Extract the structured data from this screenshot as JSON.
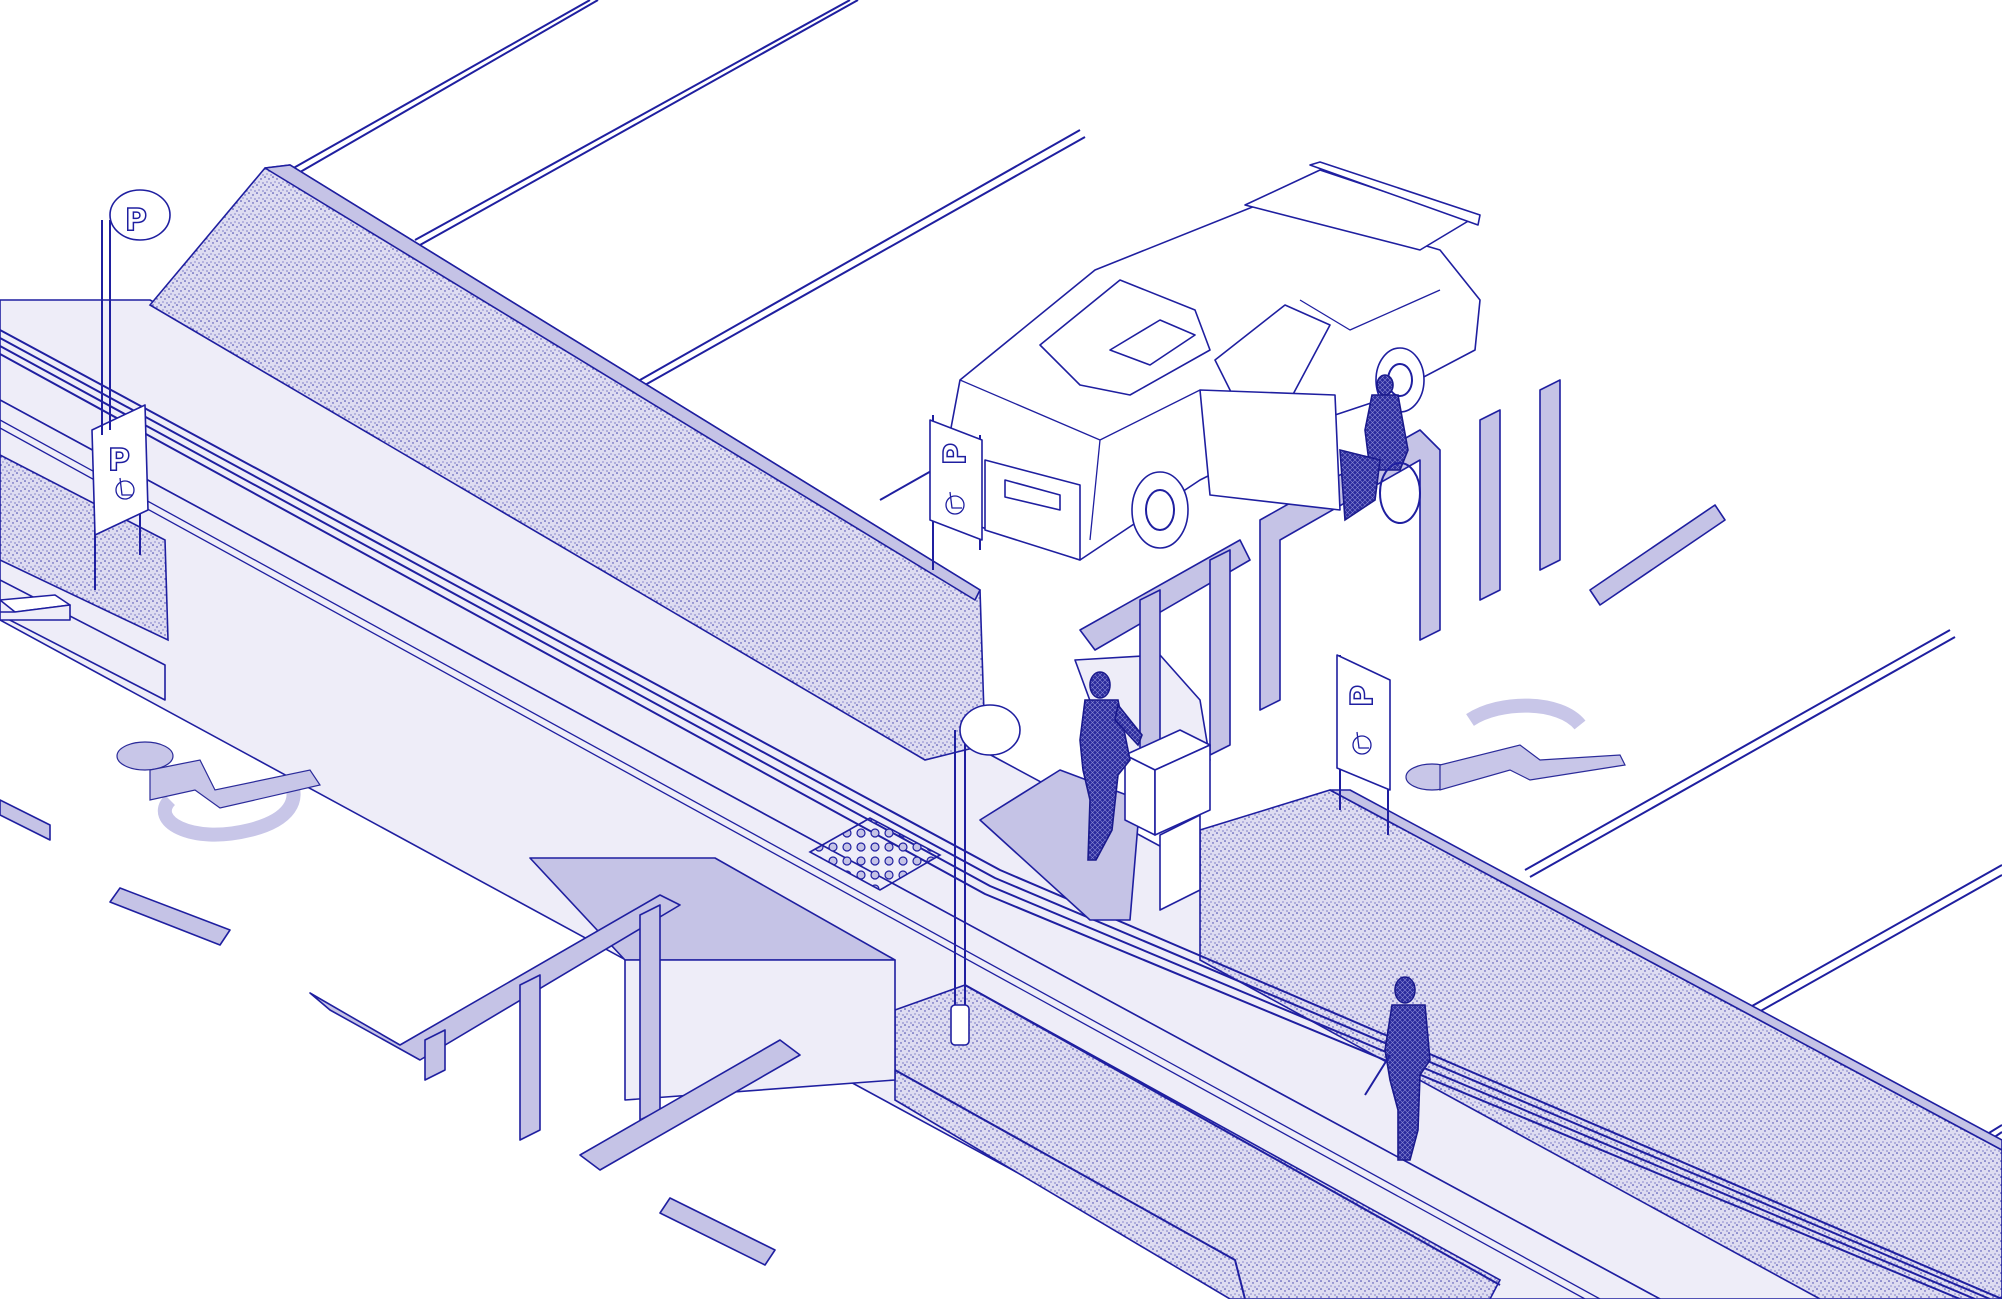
{
  "scene": {
    "colors": {
      "ink": "#1f1fa0",
      "paving_light": "#eeedf8",
      "marking": "#c8c6e8",
      "gravel": "#dcdaf0",
      "figure": "#1a1a8c"
    },
    "signs": [
      {
        "glyph": "P",
        "symbol": "wheelchair-icon"
      },
      {
        "glyph": "P",
        "symbol": "wheelchair-icon"
      },
      {
        "glyph": "P",
        "symbol": "wheelchair-icon"
      }
    ],
    "lamp_glyph": "P",
    "figures": [
      "person-standing",
      "person-walking-with-cane",
      "person-in-wheelchair"
    ]
  }
}
